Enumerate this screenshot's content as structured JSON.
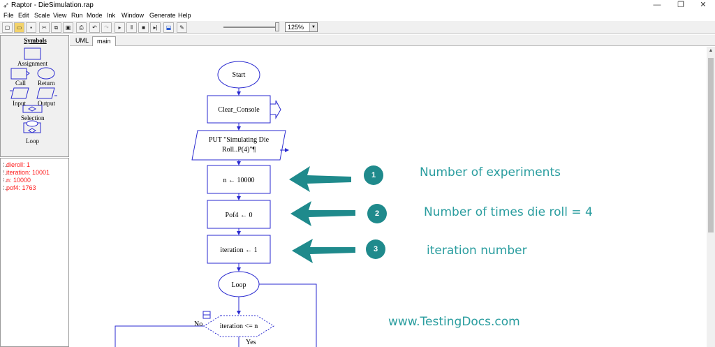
{
  "window": {
    "title": "Raptor - DieSimulation.rap",
    "minimize": "—",
    "maximize": "❐",
    "close": "✕"
  },
  "menu": [
    "File",
    "Edit",
    "Scale",
    "View",
    "Run",
    "Mode",
    "Ink",
    "Window",
    "Generate",
    "Help"
  ],
  "toolbar": {
    "buttons": [
      "new-icon",
      "open-icon",
      "save-icon",
      "cut-icon",
      "copy-icon",
      "paste-icon",
      "print-icon",
      "undo-icon",
      "redo-icon",
      "step-icon",
      "play-icon",
      "pause-icon",
      "stop-icon",
      "step-to-completion-icon",
      "test-icon",
      "pen-icon"
    ],
    "zoom": "125%"
  },
  "symbols_panel": {
    "title": "Symbols",
    "labels": [
      "Assignment",
      "Call",
      "Return",
      "Input",
      "Output",
      "Selection",
      "Loop"
    ]
  },
  "variables": [
    "dieroll: 1",
    "iteration: 10001",
    "n: 10000",
    "pof4: 1763"
  ],
  "tabs": [
    "UML",
    "main"
  ],
  "flowchart": {
    "start": "Start",
    "clear": "Clear_Console",
    "put_line1": "PUT \"Simulating Die",
    "put_line2": "Roll..P(4)\"¶",
    "assign_n": "n ← 10000",
    "assign_pof4": "Pof4 ← 0",
    "assign_iter": "iteration ← 1",
    "loop": "Loop",
    "condition": "iteration <= n",
    "no": "No",
    "yes": "Yes"
  },
  "annotations": [
    {
      "badge": "1",
      "text": "Number of experiments"
    },
    {
      "badge": "2",
      "text": "Number of times die roll = 4"
    },
    {
      "badge": "3",
      "text": "iteration number"
    }
  ],
  "watermark": "www.TestingDocs.com",
  "colors": {
    "flow_stroke": "#2a2ad0",
    "annotation": "#2a9d9f",
    "badge": "#1f8a8c",
    "variable_text": "#ff1a1a"
  }
}
